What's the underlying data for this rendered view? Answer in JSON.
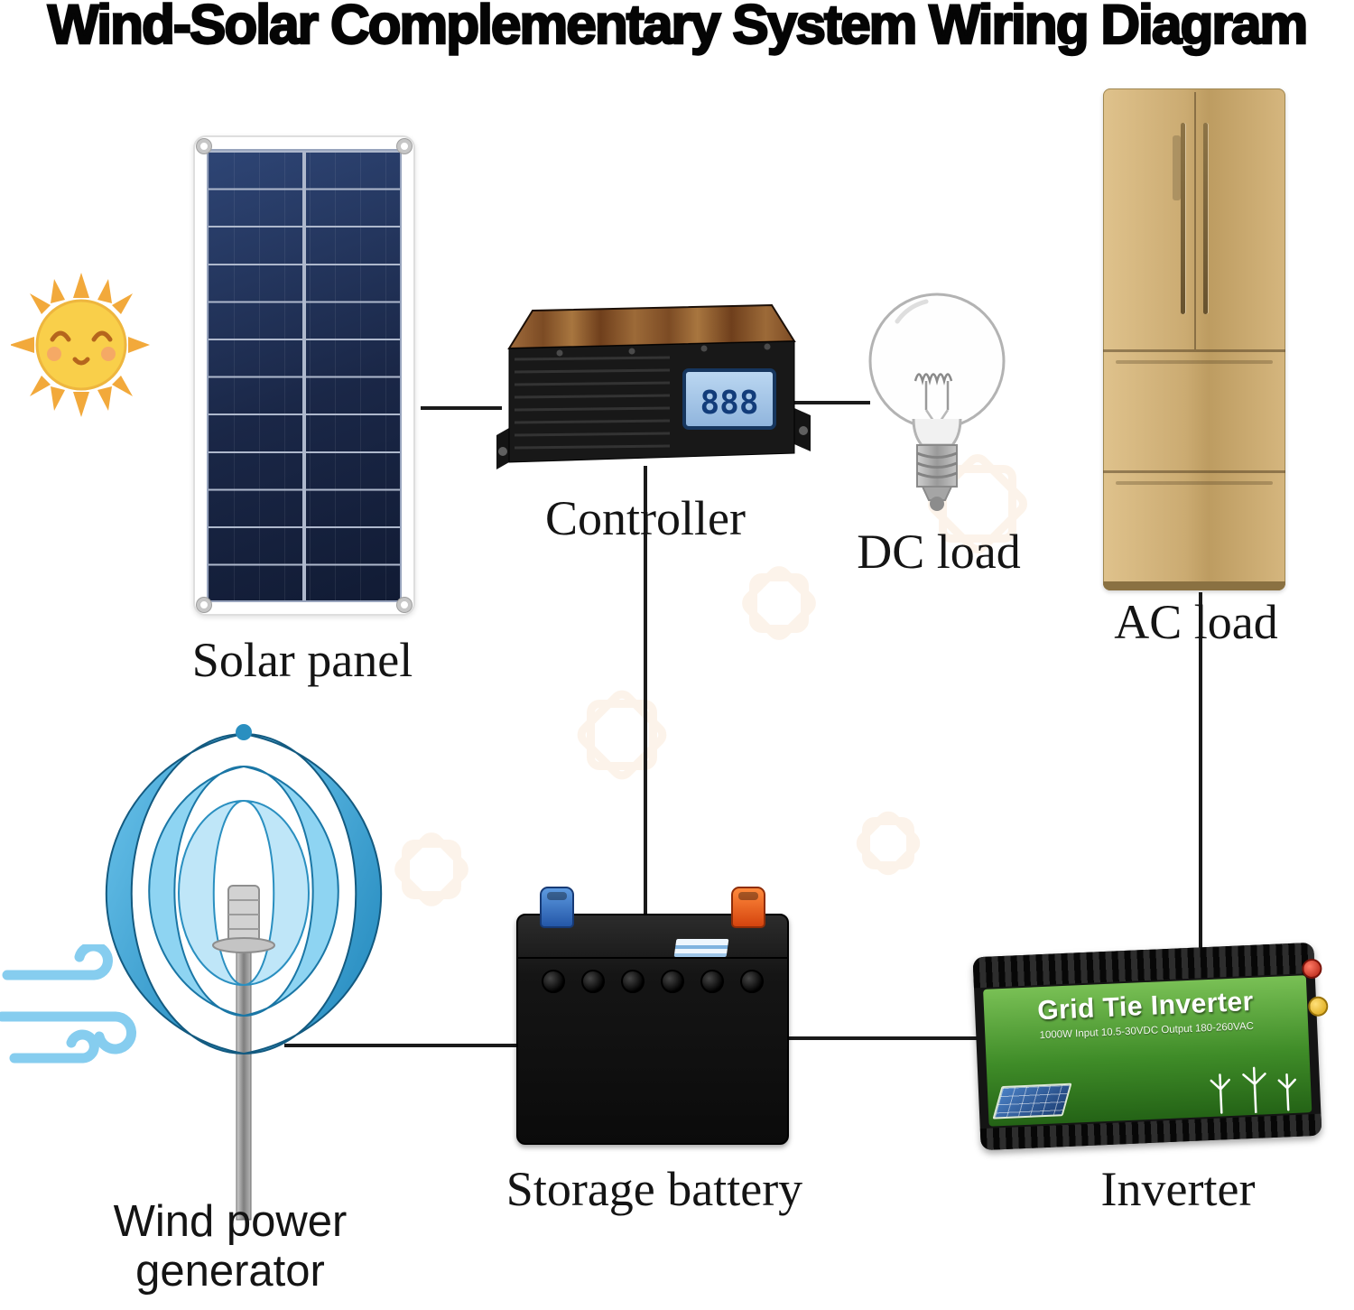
{
  "title": "Wind-Solar Complementary System Wiring Diagram",
  "labels": {
    "solar_panel": "Solar panel",
    "controller": "Controller",
    "dc_load": "DC load",
    "ac_load": "AC load",
    "wind_power_line1": "Wind power",
    "wind_power_line2": "generator",
    "storage_battery": "Storage battery",
    "inverter": "Inverter"
  },
  "devices": {
    "controller_display": "888",
    "inverter_title": "Grid Tie Inverter",
    "inverter_subtitle": "1000W  Input 10.5-30VDC  Output 180-260VAC"
  },
  "colors": {
    "wire": "#1a1a1a",
    "solar_cell_blue": "#1c2b4d",
    "turbine_blue": "#2e9fd4",
    "fridge_gold": "#cbab72",
    "inverter_label_green": "#3f8c28",
    "battery_terminal_positive": "#d4440e",
    "battery_terminal_negative": "#2457a8",
    "sun_yellow": "#f9cf4a",
    "wind_swirl_blue": "#86cdef"
  }
}
